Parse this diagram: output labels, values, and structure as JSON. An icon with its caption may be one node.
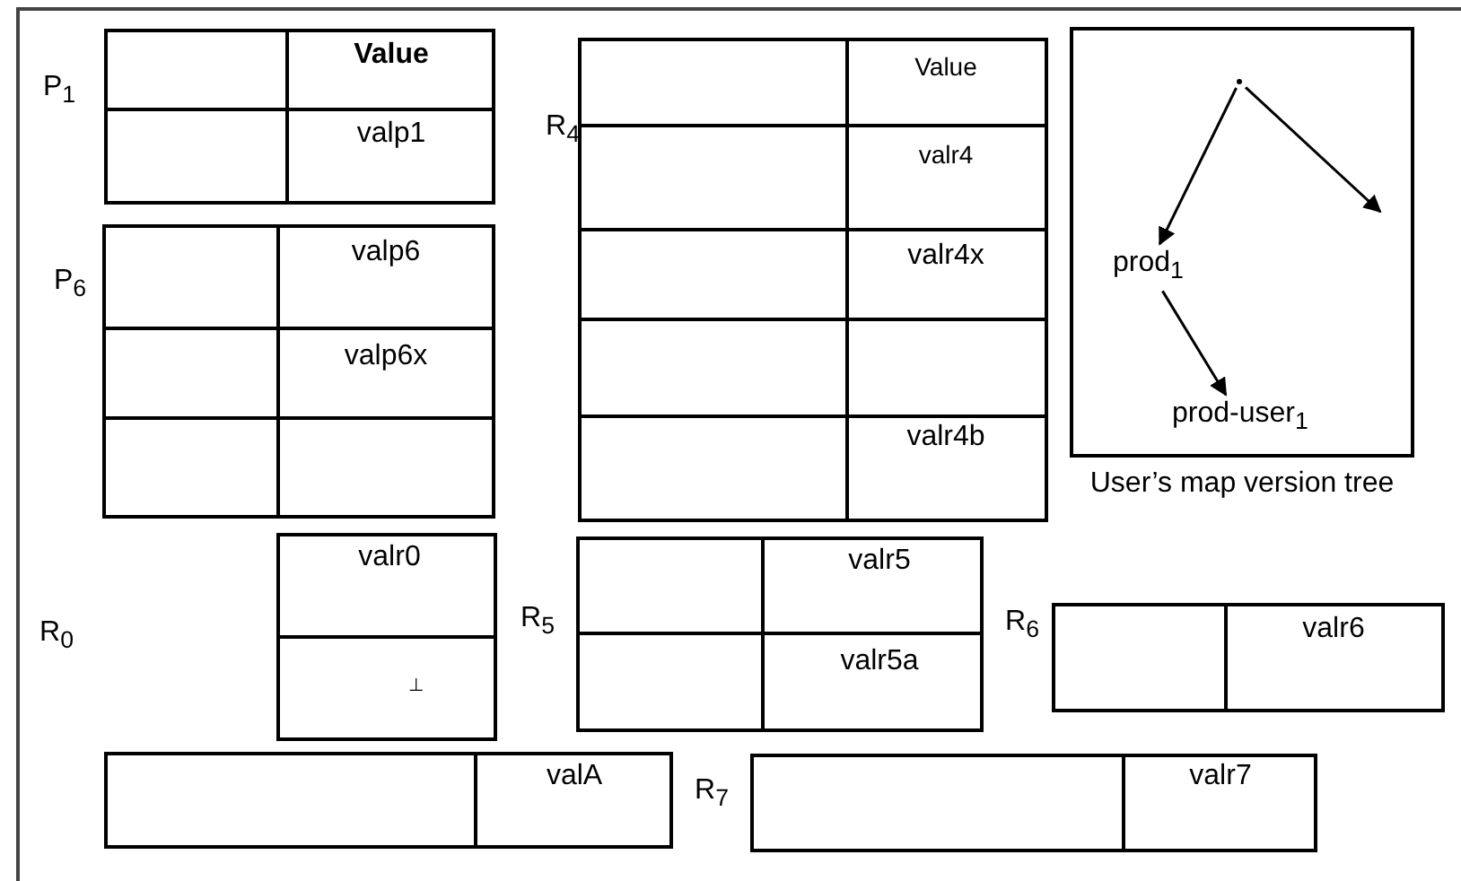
{
  "diagram": {
    "nodes": [
      {
        "text": [],
        "shape": "box",
        "beside": [
          "User’s map version tree"
        ]
      },
      {
        "text": [],
        "shape": "point",
        "in": 0
      },
      {
        "text": [
          "prod$_{1}$"
        ],
        "in": 0
      },
      {
        "text": [
          "prod-user$_{1}$"
        ],
        "in": 0
      }
    ],
    "edges": [
      {
        "from": 1,
        "to": 2,
        "arrow": "to"
      },
      {
        "from": 1,
        "to": null,
        "arrow": "to"
      },
      {
        "from": 2,
        "to": 3,
        "arrow": "to"
      }
    ],
    "labels": [
      "P$_{1}$",
      "Value",
      "valp1",
      "P$_{6}$",
      "valp6",
      "valp6x",
      "R$_{4}$",
      "Value",
      "valr4",
      "valr4x",
      "valr4b",
      "R$_{0}$",
      "valr0",
      "⊥",
      "R$_{5}$",
      "valr5",
      "valr5a",
      "R$_{6}$",
      "valr6",
      "valA",
      "R$_{7}$",
      "valr7"
    ]
  }
}
